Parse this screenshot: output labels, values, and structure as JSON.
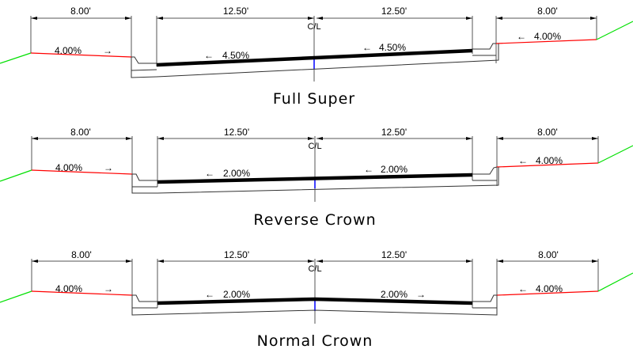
{
  "colors": {
    "background": "#ffffff",
    "ink": "#000000",
    "slope_line": "#00e000",
    "shoulder_line": "#ff0000",
    "centerline_mark": "#0000ff",
    "dim_line": "#555555"
  },
  "sections": [
    {
      "title": "Full Super",
      "centerline_label": "C/L",
      "dims": {
        "left_shoulder": "8.00'",
        "left_lane": "12.50'",
        "right_lane": "12.50'",
        "right_shoulder": "8.00'"
      },
      "slopes": {
        "left_shoulder": "4.00%",
        "left_shoulder_arrow": "→",
        "left_lane": "4.50%",
        "left_lane_arrow": "←",
        "right_lane": "4.50%",
        "right_lane_arrow": "←",
        "right_shoulder": "4.00%",
        "right_shoulder_arrow": "←"
      }
    },
    {
      "title": "Reverse Crown",
      "centerline_label": "C/L",
      "dims": {
        "left_shoulder": "8.00'",
        "left_lane": "12.50'",
        "right_lane": "12.50'",
        "right_shoulder": "8.00'"
      },
      "slopes": {
        "left_shoulder": "4.00%",
        "left_shoulder_arrow": "→",
        "left_lane": "2.00%",
        "left_lane_arrow": "←",
        "right_lane": "2.00%",
        "right_lane_arrow": "←",
        "right_shoulder": "4.00%",
        "right_shoulder_arrow": "←"
      }
    },
    {
      "title": "Normal Crown",
      "centerline_label": "C/L",
      "dims": {
        "left_shoulder": "8.00'",
        "left_lane": "12.50'",
        "right_lane": "12.50'",
        "right_shoulder": "8.00'"
      },
      "slopes": {
        "left_shoulder": "4.00%",
        "left_shoulder_arrow": "→",
        "left_lane": "2.00%",
        "left_lane_arrow": "←",
        "right_lane": "2.00%",
        "right_lane_arrow": "→",
        "right_shoulder": "4.00%",
        "right_shoulder_arrow": "←"
      }
    }
  ]
}
